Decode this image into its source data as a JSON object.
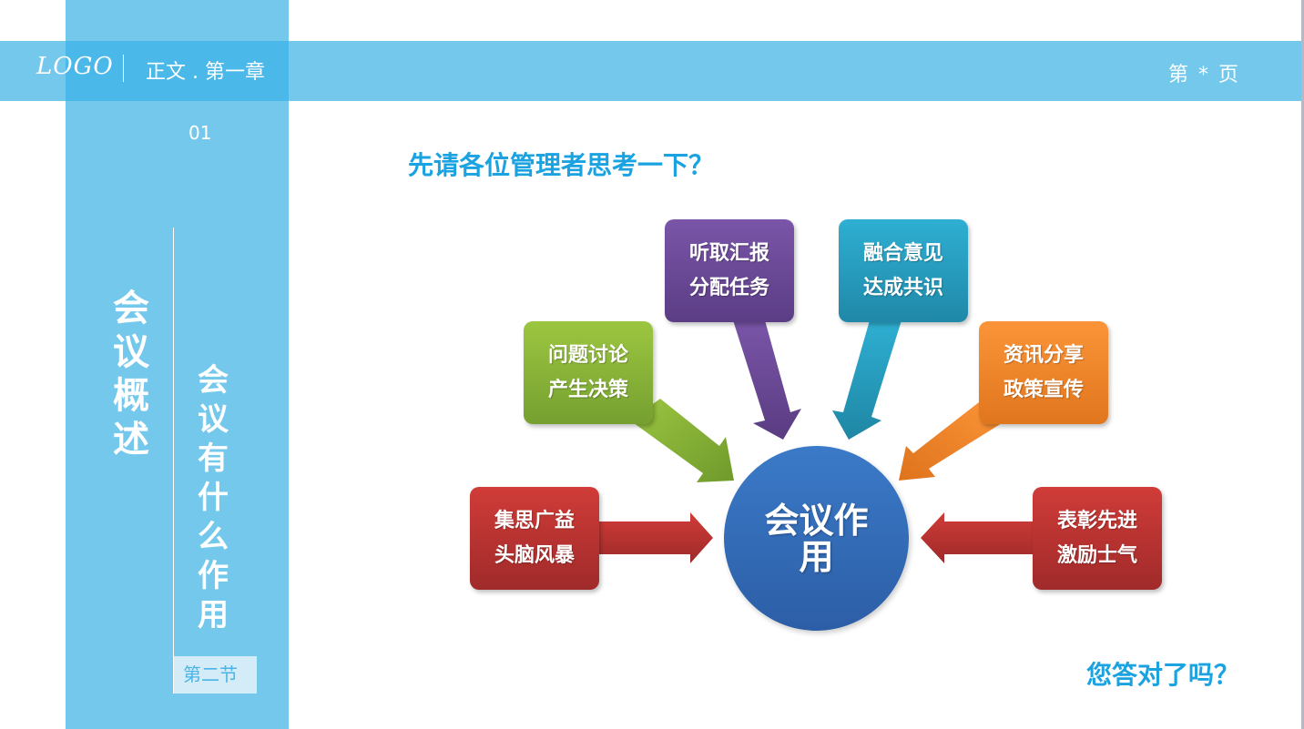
{
  "header": {
    "logo": "LOGO",
    "chapter": "正文 . 第一章",
    "page": "第 * 页"
  },
  "sidebar": {
    "chapter_number": "01",
    "section_title": [
      "会",
      "议",
      "概",
      "述"
    ],
    "subsection_title": [
      "会",
      "议",
      "有",
      "什",
      "么",
      "作",
      "用"
    ],
    "section_tag": "第二节"
  },
  "main": {
    "question": "先请各位管理者思考一下？",
    "answer": "您答对了吗？",
    "center": {
      "line1": "会议作",
      "line2": "用"
    },
    "boxes": [
      {
        "id": "brainstorm",
        "line1": "集思广益",
        "line2": "头脑风暴",
        "color": "#c0392b"
      },
      {
        "id": "discussion",
        "line1": "问题讨论",
        "line2": "产生决策",
        "color": "#8cb83a"
      },
      {
        "id": "report",
        "line1": "听取汇报",
        "line2": "分配任务",
        "color": "#6a4a98"
      },
      {
        "id": "consensus",
        "line1": "融合意见",
        "line2": "达成共识",
        "color": "#289cc0"
      },
      {
        "id": "info",
        "line1": "资讯分享",
        "line2": "政策宣传",
        "color": "#f0852a"
      },
      {
        "id": "motivate",
        "line1": "表彰先进",
        "line2": "激励士气",
        "color": "#c0392b"
      }
    ]
  },
  "colors": {
    "band": "#73c8ec",
    "band_overlap": "#4ab8e8",
    "accent_text": "#1aa3e0",
    "center_blue": "#3371bb"
  }
}
